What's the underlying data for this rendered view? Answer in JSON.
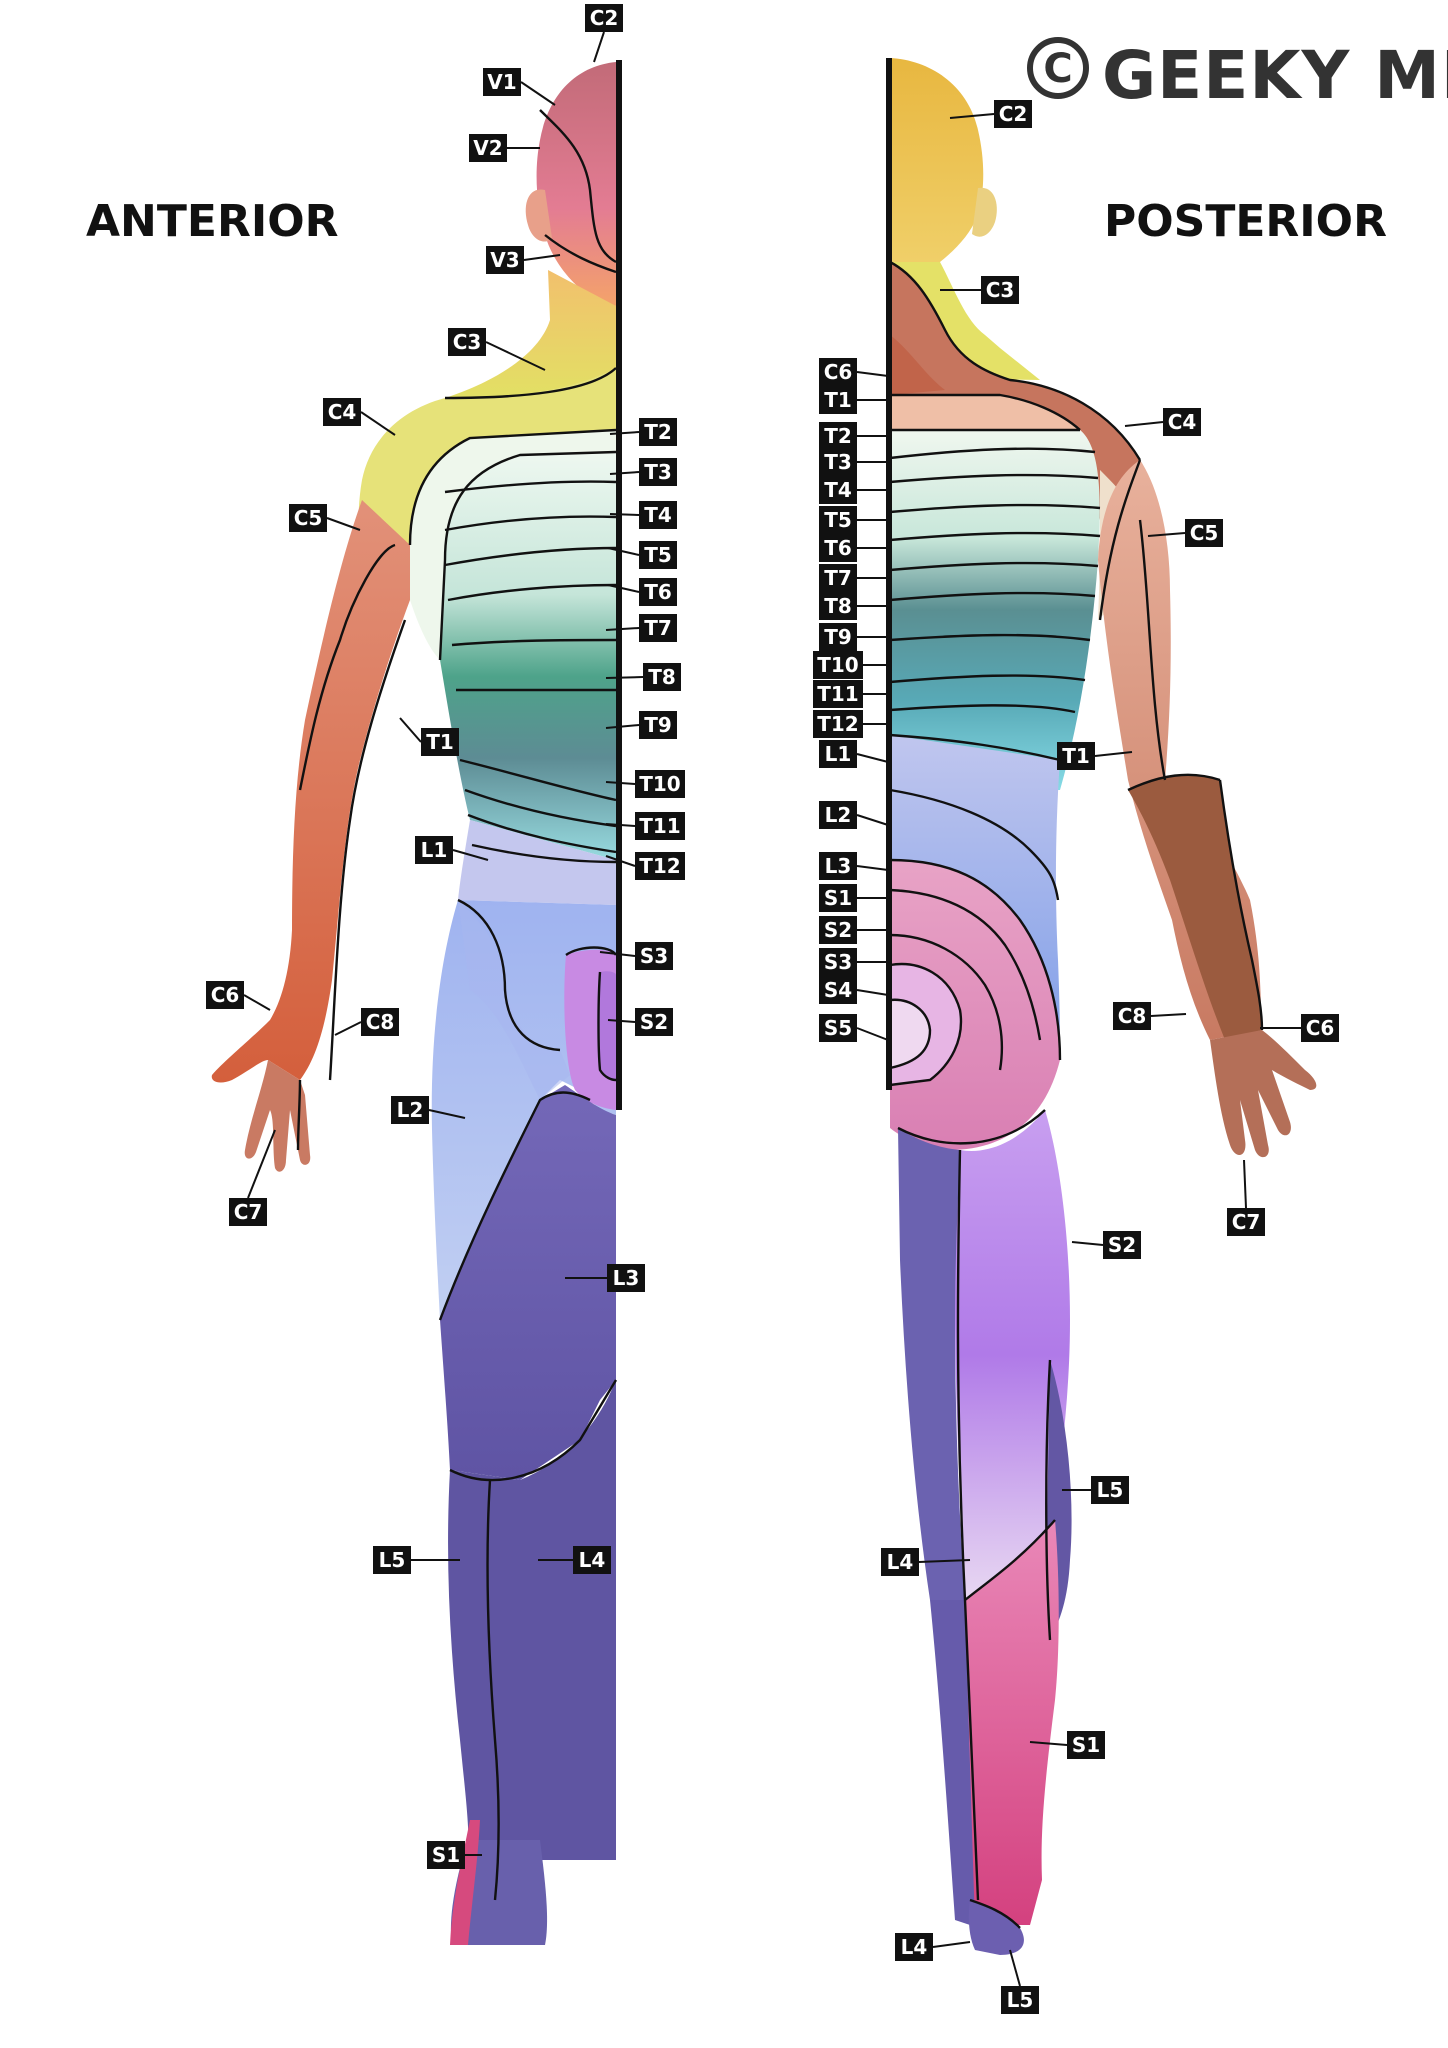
{
  "brand": {
    "copyright_symbol": "©",
    "name": "GEEKY MEDICS"
  },
  "views": {
    "anterior": {
      "title": "ANTERIOR",
      "labels": [
        "C2",
        "V1",
        "V2",
        "V3",
        "C3",
        "C4",
        "C5",
        "T1",
        "C6",
        "C8",
        "C7",
        "T2",
        "T3",
        "T4",
        "T5",
        "T6",
        "T7",
        "T8",
        "T9",
        "T10",
        "T11",
        "T12",
        "L1",
        "S3",
        "S2",
        "L2",
        "L3",
        "L5",
        "L4",
        "S1"
      ]
    },
    "posterior": {
      "title": "POSTERIOR",
      "labels": [
        "C2",
        "C3",
        "C6",
        "T1",
        "T2",
        "T3",
        "T4",
        "T5",
        "T6",
        "T7",
        "T8",
        "T9",
        "T10",
        "T11",
        "T12",
        "L1",
        "L2",
        "L3",
        "S1",
        "S2",
        "S3",
        "S4",
        "S5",
        "C4",
        "C5",
        "T1",
        "C8",
        "C6",
        "C7",
        "S2",
        "L5",
        "L4",
        "S1",
        "L4",
        "L5"
      ]
    }
  },
  "colors": {
    "C2": "#e9b94a",
    "V1": "#c96c7a",
    "V2": "#d8758c",
    "V3": "#ee8f86",
    "C3": "#e4e15e",
    "C4": "#e5e37c",
    "C5": "#e7a08a",
    "C6": "#dc6a45",
    "C7": "#c7806e",
    "C8": "#c7806e",
    "T1": "#e7c9b6",
    "T2": "#eaf6ea",
    "thoracic_light": "#cfe9df",
    "thoracic_mid": "#5ba893",
    "thoracic_dark": "#5b8c91",
    "thoracic_low": "#8fd3d9",
    "T12": "#9fe3e9",
    "L1": "#c4c8ee",
    "L2": "#9eb4ee",
    "L3": "#6a5fac",
    "L4": "#6c61b2",
    "L5": "#574c94",
    "S1": "#e06aa0",
    "S2": "#b78ae8",
    "S3": "#c58ae0",
    "S4": "#e7b6e6",
    "S5": "#edd7ef",
    "post_neck": "#b8654e",
    "post_shoulder": "#c8765f",
    "forearm_post": "#9a5a3e"
  }
}
